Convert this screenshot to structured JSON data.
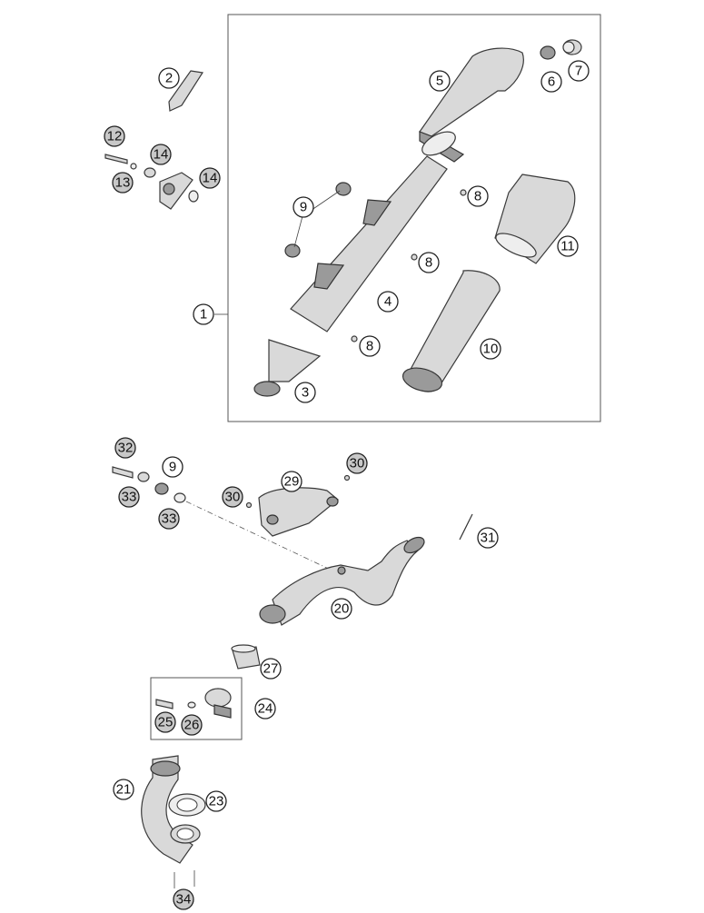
{
  "callouts": {
    "c1": "1",
    "c2": "2",
    "c3": "3",
    "c4": "4",
    "c5": "5",
    "c6": "6",
    "c7": "7",
    "c8a": "8",
    "c8b": "8",
    "c8c": "8",
    "c9a": "9",
    "c9b": "9",
    "c10": "10",
    "c11": "11",
    "c12": "12",
    "c13": "13",
    "c14a": "14",
    "c14b": "14",
    "c20": "20",
    "c21": "21",
    "c23": "23",
    "c24": "24",
    "c25": "25",
    "c26": "26",
    "c27": "27",
    "c29": "29",
    "c30a": "30",
    "c30b": "30",
    "c31": "31",
    "c32": "32",
    "c33a": "33",
    "c33b": "33",
    "c34": "34"
  }
}
